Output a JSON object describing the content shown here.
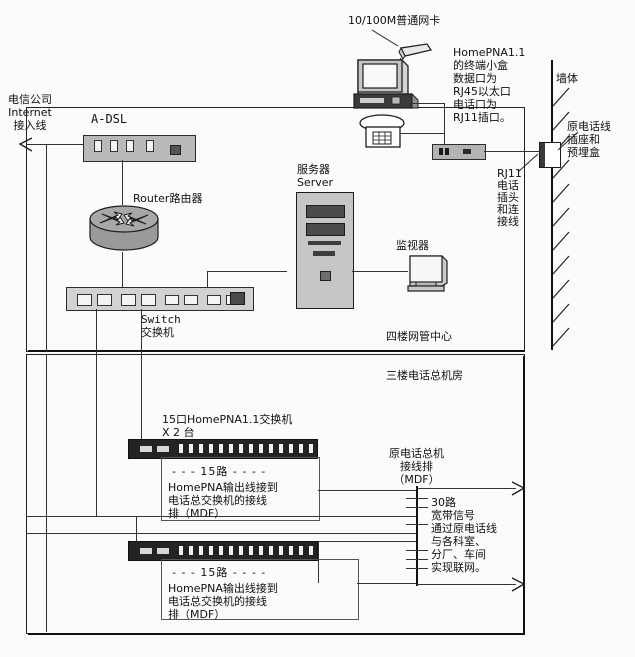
{
  "diagram": {
    "title_region_upper": "四楼网管中心",
    "title_region_lower": "三楼电话总机房"
  },
  "labels": {
    "telecom_line": "电信公司\nInternet\n接入线",
    "adsl": "A-DSL",
    "router": "Router路由器",
    "switch": "Switch\n交换机",
    "server": "服务器\nServer",
    "monitor": "监视器",
    "nic": "10/100M普通网卡",
    "homepna_box": "HomePNA1.1\n的终端小盒\n数据口为\nRJ45以太口\n电话口为\nRJ11插口。",
    "wall": "墙体",
    "wall_socket": "原电话线\n插座和\n预埋盒",
    "rj11": "RJ11\n电话\n插头\n和连\n接线",
    "floor4": "四楼网管中心",
    "floor3": "三楼电话总机房",
    "hpna_switch": "15口HomePNA1.1交换机\nX 2 台",
    "lines15_a": "- - - 15路 - - - -",
    "lines15_b": "- - - 15路 - - - -",
    "hpna_out_a": "HomePNA输出线接到\n电话总交换机的接线\n排（MDF）",
    "hpna_out_b": "HomePNA输出线接到\n电话总交换机的接线\n排（MDF）",
    "mdf": "原电话总机\n接线排\n（MDF）",
    "mdf_note": "30路\n宽带信号\n通过原电话线\n与各科室、\n分厂、车间\n实现联网。"
  },
  "icons": {
    "nic": "network-card-icon",
    "pc": "desktop-computer-icon",
    "phone": "telephone-icon",
    "router": "router-icon",
    "server": "server-tower-icon",
    "monitor": "crt-monitor-icon",
    "switch": "ethernet-switch-icon",
    "hpna": "homepna-switch-icon",
    "wall": "wall-hatching-icon",
    "socket": "wall-socket-icon",
    "arrow": "arrow-icon"
  },
  "colors": {
    "line": "#333333",
    "device_fill": "#b9b9b9",
    "dark_device": "#232323",
    "background": "#fbfbfb",
    "text": "#111111"
  }
}
